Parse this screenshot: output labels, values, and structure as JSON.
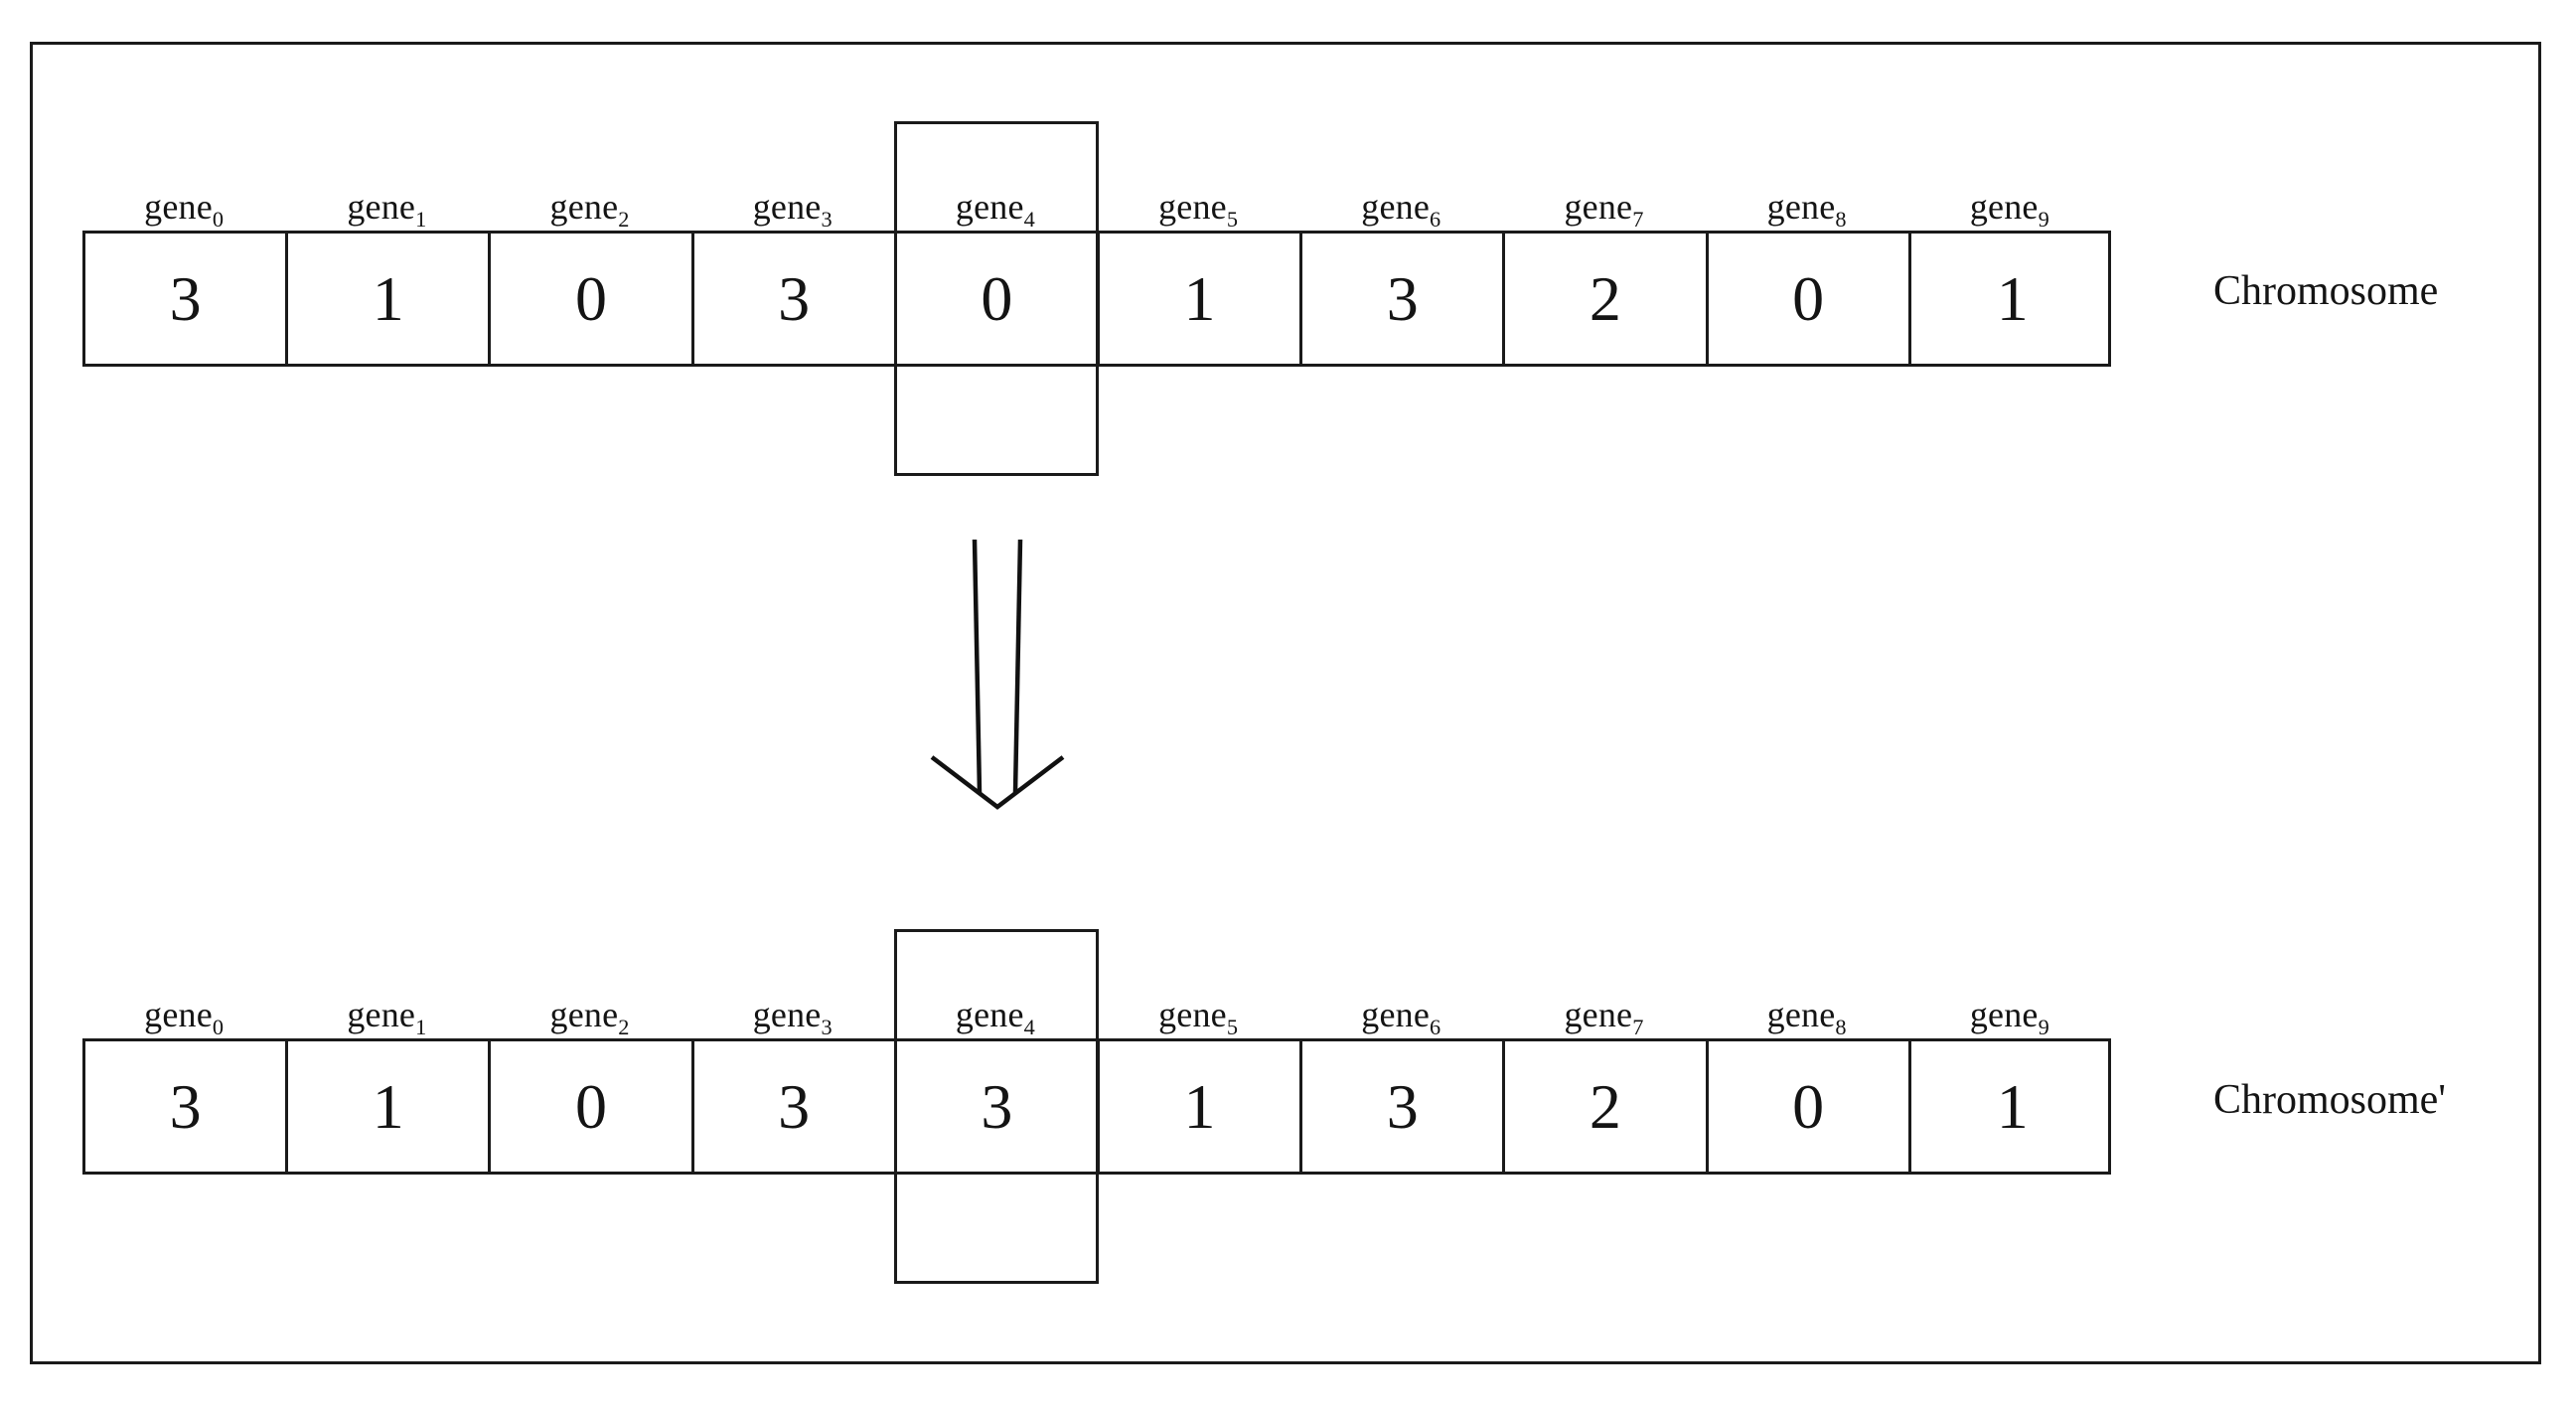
{
  "figure": {
    "title_hidden": "",
    "background_color": "#ffffff",
    "line_color": "#1a1a1a"
  },
  "chart_data": {
    "type": "diagram",
    "subject": "single-point mutation on a chromosome",
    "gene_count": 10,
    "mutated_gene_index": 4,
    "gene_labels": [
      "gene",
      "gene",
      "gene",
      "gene",
      "gene",
      "gene",
      "gene",
      "gene",
      "gene",
      "gene"
    ],
    "gene_subscripts": [
      "0",
      "1",
      "2",
      "3",
      "4",
      "5",
      "6",
      "7",
      "8",
      "9"
    ],
    "rows": [
      {
        "caption": "Chromosome",
        "values": [
          "3",
          "1",
          "0",
          "3",
          "0",
          "1",
          "3",
          "2",
          "0",
          "1"
        ]
      },
      {
        "caption": "Chromosome'",
        "values": [
          "3",
          "1",
          "0",
          "3",
          "3",
          "1",
          "3",
          "2",
          "0",
          "1"
        ]
      }
    ],
    "arrow": {
      "direction": "down",
      "style": "hollow-open-arrow"
    }
  }
}
